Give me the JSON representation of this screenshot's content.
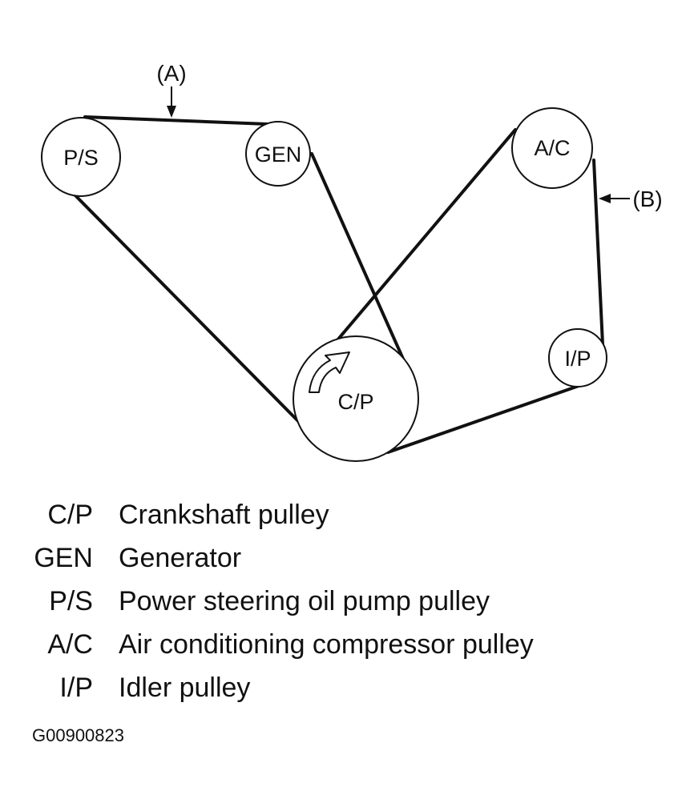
{
  "pulleys": {
    "ps": "P/S",
    "gen": "GEN",
    "ac": "A/C",
    "ip": "I/P",
    "cp": "C/P"
  },
  "callouts": {
    "a": "(A)",
    "b": "(B)"
  },
  "legend": [
    {
      "abbr": "C/P",
      "desc": "Crankshaft pulley"
    },
    {
      "abbr": "GEN",
      "desc": "Generator"
    },
    {
      "abbr": "P/S",
      "desc": "Power steering oil pump pulley"
    },
    {
      "abbr": "A/C",
      "desc": "Air conditioning compressor pulley"
    },
    {
      "abbr": "I/P",
      "desc": "Idler pulley"
    }
  ],
  "figure_id": "G00900823"
}
